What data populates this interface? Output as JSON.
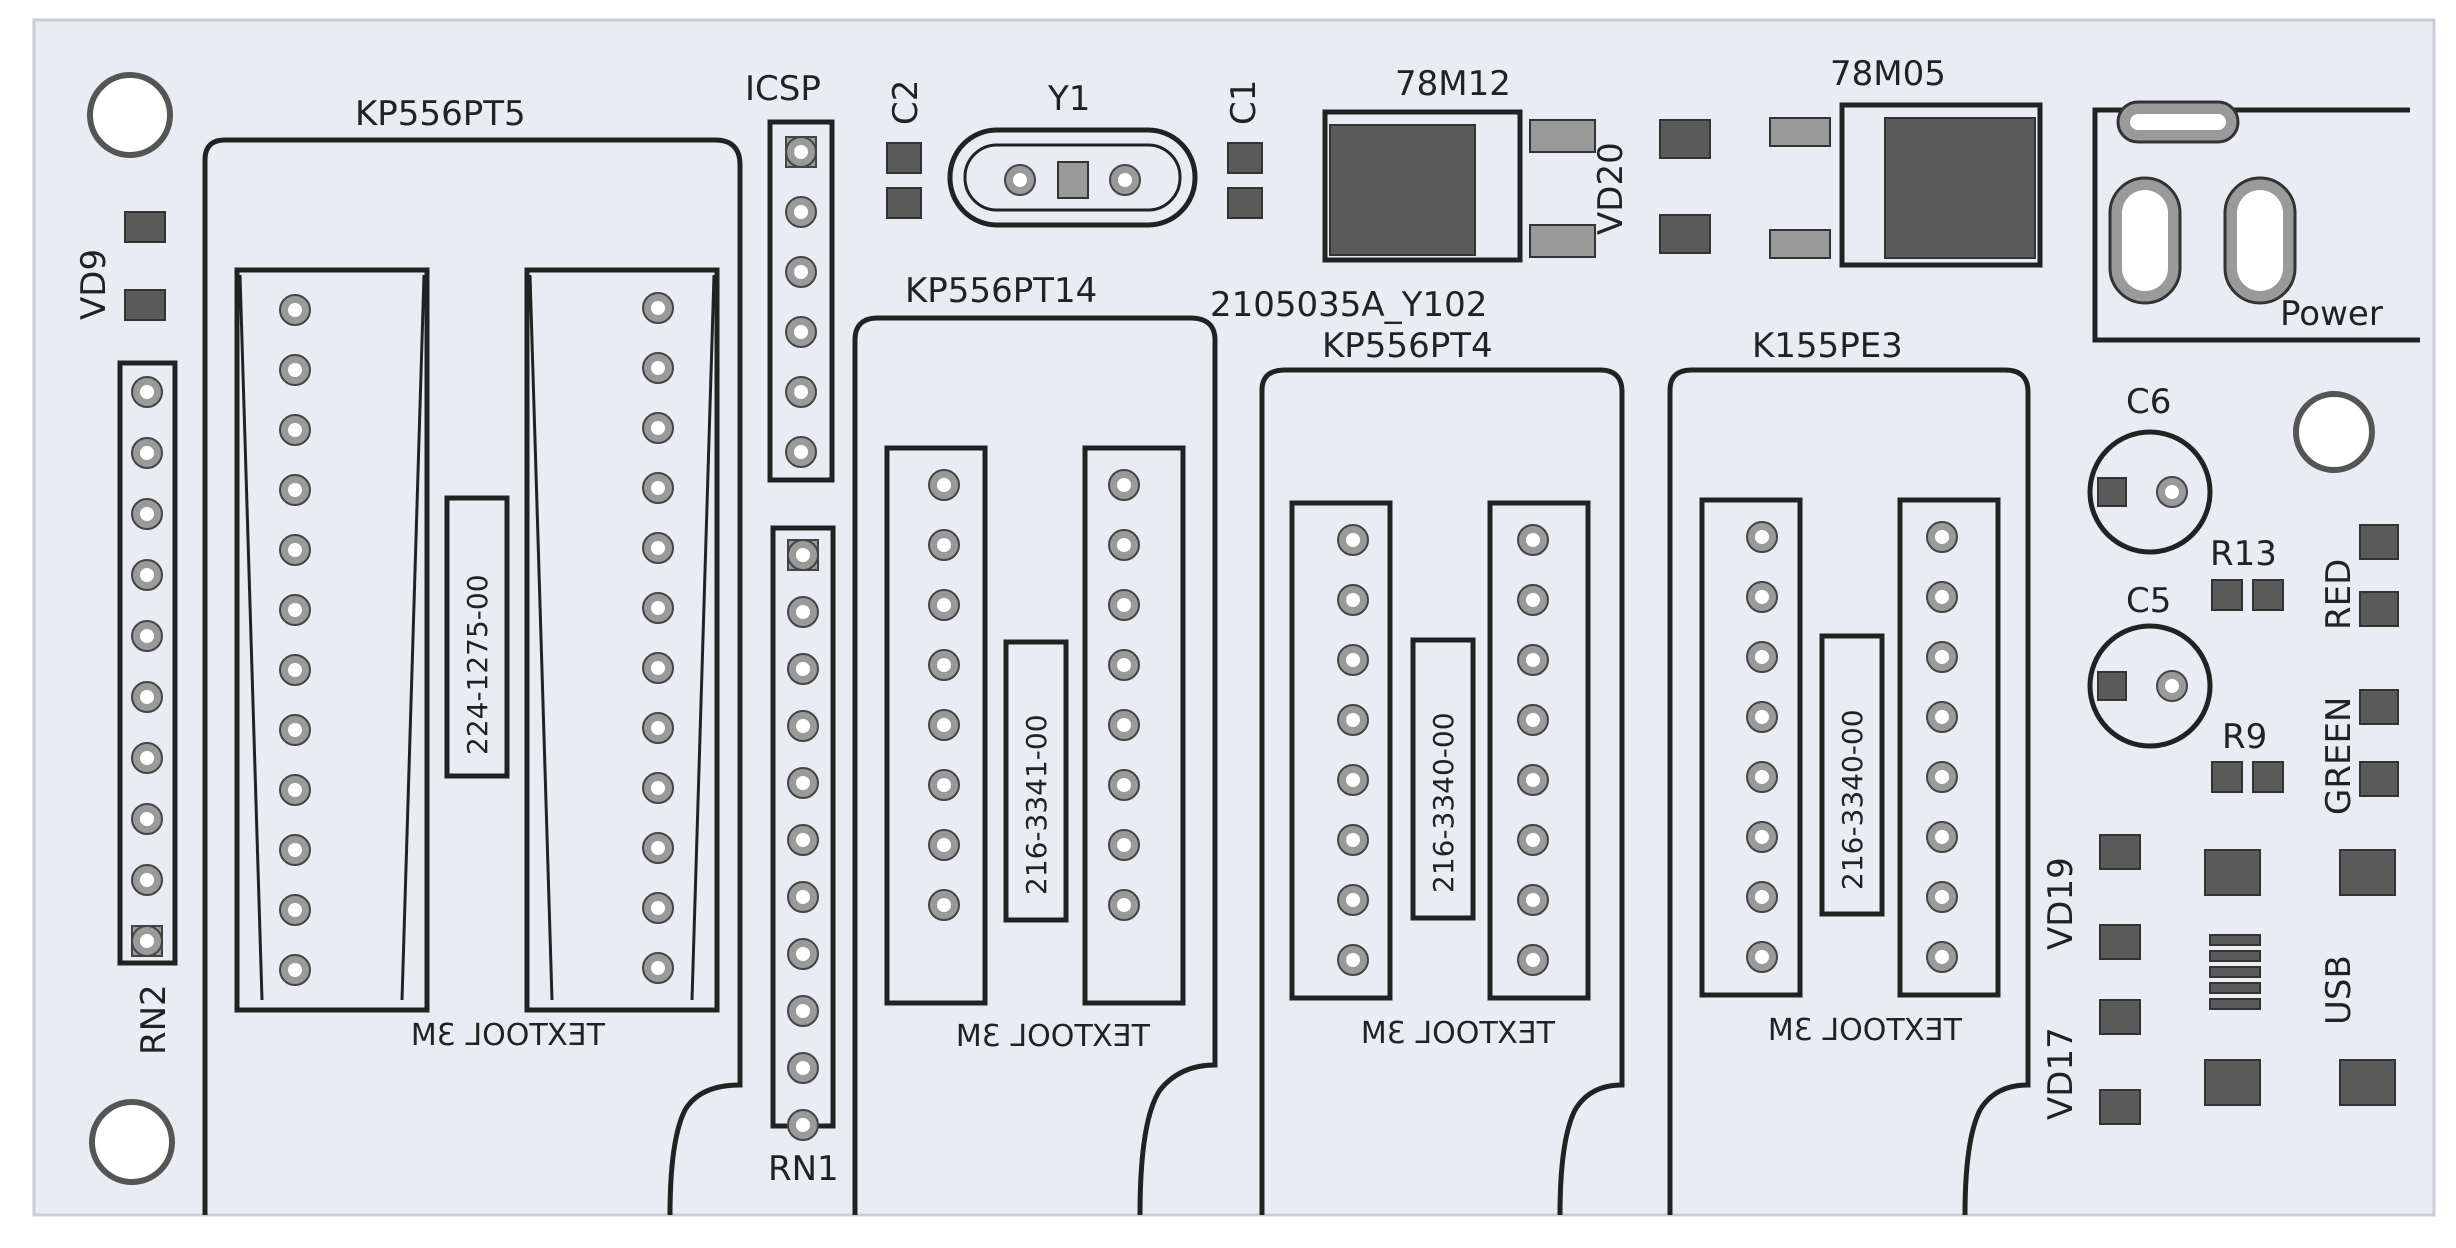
{
  "board": {
    "revision": "2105035A_Y102",
    "colors": {
      "substrate": "#e9edf2",
      "silk": "#222222",
      "pad": "#9a9a9a",
      "pad_dark": "#5a5a5a",
      "hole": "#ffffff"
    }
  },
  "labels": {
    "kp556pt5": "KP556PT5",
    "icsp": "ICSP",
    "c2": "C2",
    "y1": "Y1",
    "c1": "C1",
    "reg12": "78M12",
    "reg05": "78M05",
    "vd20": "VD20",
    "vd9": "VD9",
    "rn2": "RN2",
    "rn1": "RN1",
    "kp556pt14": "KP556PT14",
    "kp556pt4": "KP556PT4",
    "k155pe3": "K155PE3",
    "power": "Power",
    "c6": "C6",
    "c5": "C5",
    "r13": "R13",
    "r9": "R9",
    "red": "RED",
    "green": "GREEN",
    "vd19": "VD19",
    "vd17": "VD17",
    "usb": "USB"
  },
  "sockets": [
    {
      "part": "224-1275-00",
      "brand": "TEXTOOL 3M"
    },
    {
      "part": "216-3341-00",
      "brand": "TEXTOOL 3M"
    },
    {
      "part": "216-3340-00",
      "brand": "TEXTOOL 3M"
    },
    {
      "part": "216-3340-00",
      "brand": "TEXTOOL 3M"
    }
  ]
}
